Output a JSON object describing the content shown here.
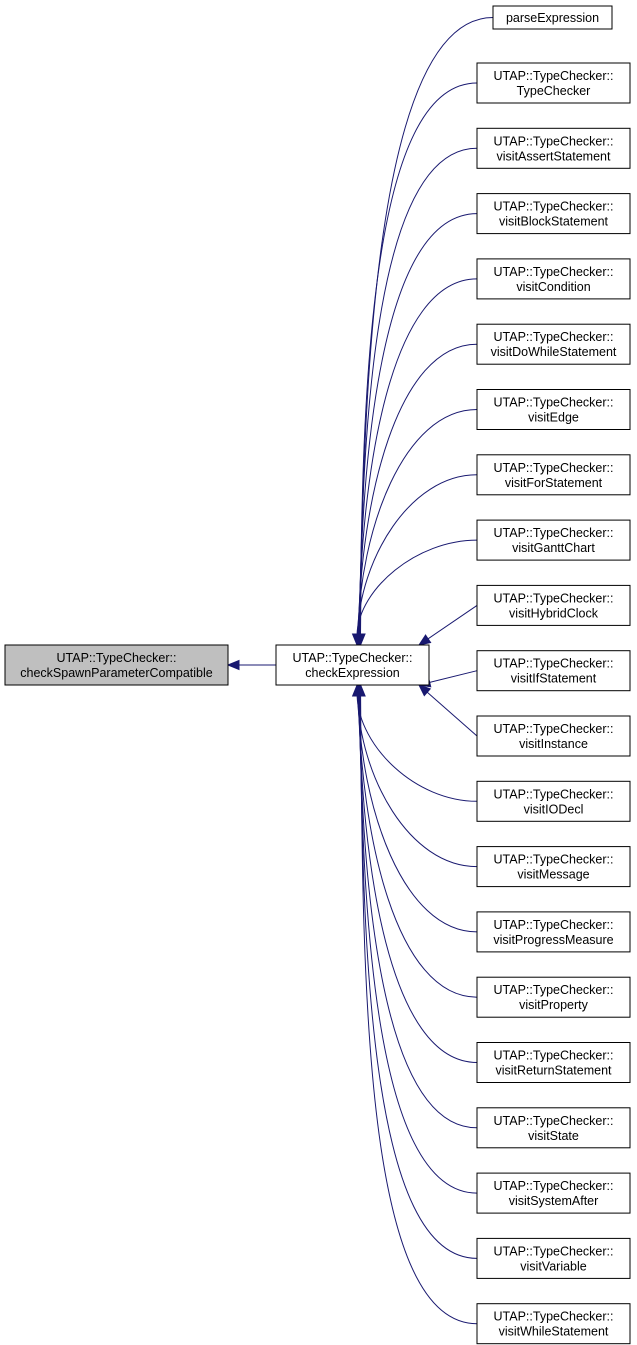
{
  "colors": {
    "edge": "#191970",
    "focus_fill": "#bfbfbf",
    "node_fill": "#ffffff",
    "border": "#000000"
  },
  "focus": {
    "lines": [
      "UTAP::TypeChecker::",
      "checkSpawnParameterCompatible"
    ]
  },
  "middle": {
    "lines": [
      "UTAP::TypeChecker::",
      "checkExpression"
    ]
  },
  "callers": [
    {
      "lines": [
        "parseExpression"
      ]
    },
    {
      "lines": [
        "UTAP::TypeChecker::",
        "TypeChecker"
      ]
    },
    {
      "lines": [
        "UTAP::TypeChecker::",
        "visitAssertStatement"
      ]
    },
    {
      "lines": [
        "UTAP::TypeChecker::",
        "visitBlockStatement"
      ]
    },
    {
      "lines": [
        "UTAP::TypeChecker::",
        "visitCondition"
      ]
    },
    {
      "lines": [
        "UTAP::TypeChecker::",
        "visitDoWhileStatement"
      ]
    },
    {
      "lines": [
        "UTAP::TypeChecker::",
        "visitEdge"
      ]
    },
    {
      "lines": [
        "UTAP::TypeChecker::",
        "visitForStatement"
      ]
    },
    {
      "lines": [
        "UTAP::TypeChecker::",
        "visitGanttChart"
      ]
    },
    {
      "lines": [
        "UTAP::TypeChecker::",
        "visitHybridClock"
      ]
    },
    {
      "lines": [
        "UTAP::TypeChecker::",
        "visitIfStatement"
      ]
    },
    {
      "lines": [
        "UTAP::TypeChecker::",
        "visitInstance"
      ]
    },
    {
      "lines": [
        "UTAP::TypeChecker::",
        "visitIODecl"
      ]
    },
    {
      "lines": [
        "UTAP::TypeChecker::",
        "visitMessage"
      ]
    },
    {
      "lines": [
        "UTAP::TypeChecker::",
        "visitProgressMeasure"
      ]
    },
    {
      "lines": [
        "UTAP::TypeChecker::",
        "visitProperty"
      ]
    },
    {
      "lines": [
        "UTAP::TypeChecker::",
        "visitReturnStatement"
      ]
    },
    {
      "lines": [
        "UTAP::TypeChecker::",
        "visitState"
      ]
    },
    {
      "lines": [
        "UTAP::TypeChecker::",
        "visitSystemAfter"
      ]
    },
    {
      "lines": [
        "UTAP::TypeChecker::",
        "visitVariable"
      ]
    },
    {
      "lines": [
        "UTAP::TypeChecker::",
        "visitWhileStatement"
      ]
    }
  ]
}
